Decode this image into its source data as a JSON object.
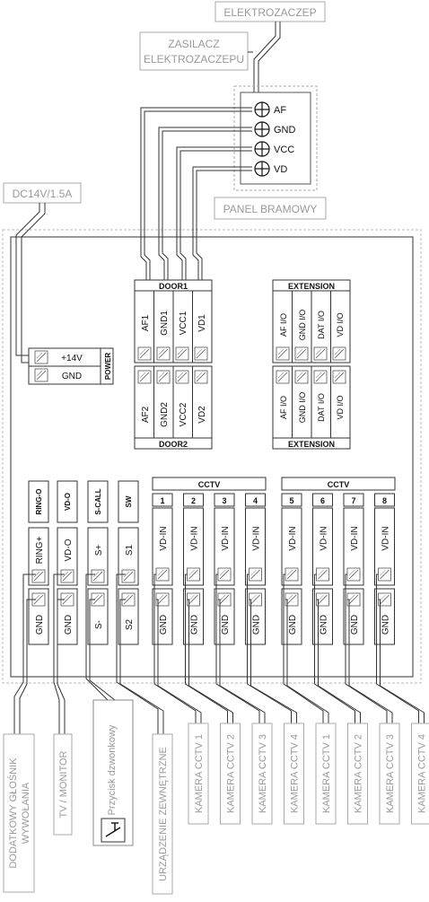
{
  "labels": {
    "electro_lock": "ELEKTROZACZEP",
    "power_supply_line1": "ZASILACZ",
    "power_supply_line2": "ELEKTROZACZEPU",
    "gate_panel": "PANEL BRAMOWY",
    "dc_input": "DC14V/1.5A",
    "extra_speaker_line1": "DODATKOWY GŁOŚNIK",
    "extra_speaker_line2": "WYWOŁANIA",
    "tv_monitor": "TV / MONITOR",
    "doorbell_button": "Przycisk dzwonkowy",
    "external_device": "URZĄDZENIE ZEWNĘTRZNE"
  },
  "panel_terminals": [
    "AF",
    "GND",
    "VCC",
    "VD"
  ],
  "power_block": {
    "plus": "+14V",
    "gnd": "GND",
    "title": "POWER"
  },
  "door1": {
    "title": "DOOR1",
    "terminals": [
      "AF1",
      "GND1",
      "VCC1",
      "VD1"
    ]
  },
  "door2": {
    "title": "DOOR2",
    "terminals": [
      "AF2",
      "GND2",
      "VCC2",
      "VD2"
    ]
  },
  "extension": {
    "title": "EXTENSION",
    "top": [
      "AF I/O",
      "GND I/O",
      "DAT I/O",
      "VD I/O"
    ],
    "bottom": [
      "AF I/O",
      "GND I/O",
      "DAT I/O",
      "VD I/O"
    ]
  },
  "aux_blocks": [
    {
      "title": "RING-O",
      "top": "RING+",
      "bottom": "GND"
    },
    {
      "title": "VD-O",
      "top": "VD-O",
      "bottom": "GND"
    },
    {
      "title": "S-CALL",
      "top": "S+",
      "bottom": "S-"
    },
    {
      "title": "SW",
      "top": "S1",
      "bottom": "S2"
    }
  ],
  "cctv_groups": [
    {
      "title": "CCTV",
      "channels": [
        "1",
        "2",
        "3",
        "4"
      ]
    },
    {
      "title": "CCTV",
      "channels": [
        "5",
        "6",
        "7",
        "8"
      ]
    }
  ],
  "cctv_top": "VD-IN",
  "cctv_bottom": "GND",
  "cameras": [
    "KAMERA CCTV 1",
    "KAMERA CCTV 2",
    "KAMERA CCTV 3",
    "KAMERA CCTV 4",
    "KAMERA CCTV 1",
    "KAMERA CCTV 2",
    "KAMERA CCTV 3",
    "KAMERA CCTV 4"
  ]
}
